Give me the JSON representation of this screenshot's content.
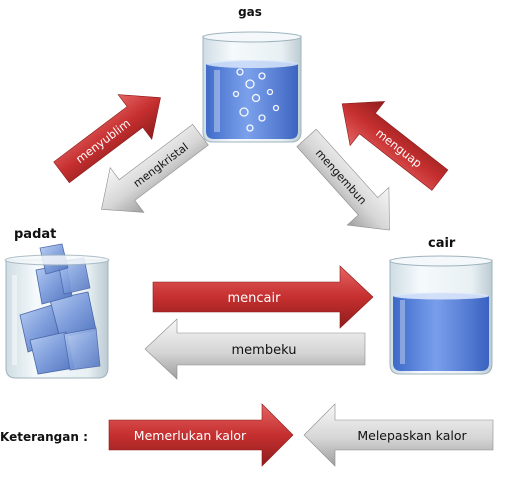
{
  "states": {
    "gas": "gas",
    "solid": "padat",
    "liquid": "cair"
  },
  "processes": {
    "sublimation": "menyublim",
    "deposition": "mengkristal",
    "condensation": "mengembun",
    "evaporation": "menguap",
    "melting": "mencair",
    "freezing": "membeku"
  },
  "legend": {
    "title": "Keterangan :",
    "red_label": "Memerlukan kalor",
    "gray_label": "Melepaskan kalor"
  },
  "colors": {
    "red_arrow": "#c62f2f",
    "gray_arrow": "#d6d6d6",
    "water": "#3f6fd6",
    "ice": "#7f9edc",
    "glass": "#e4eef2"
  }
}
